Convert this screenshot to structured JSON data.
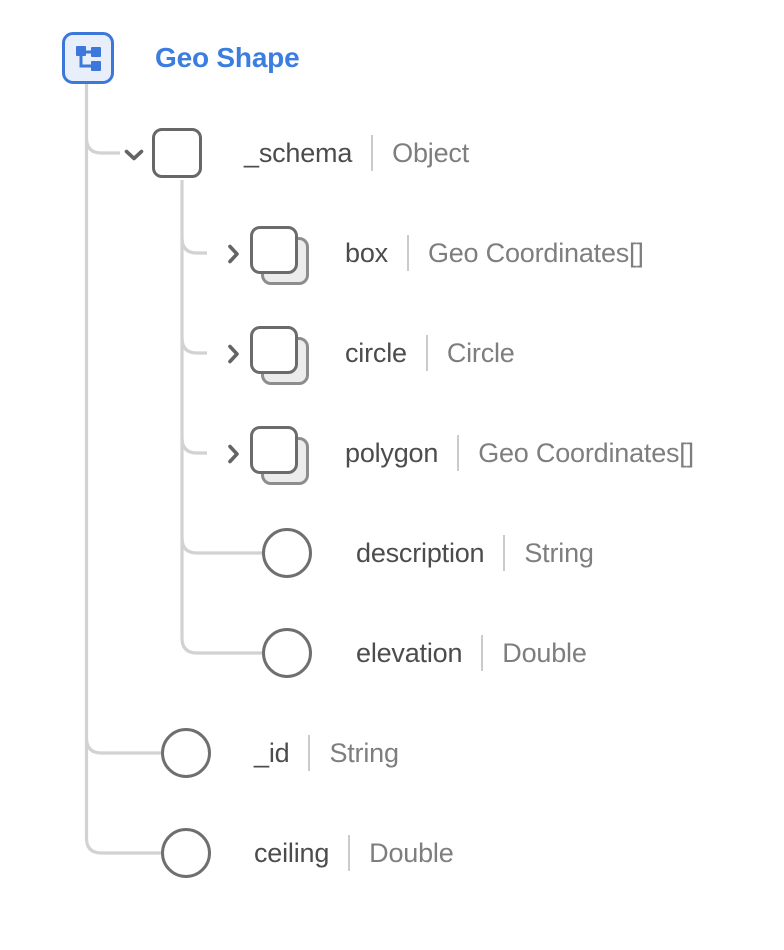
{
  "root": {
    "label": "Geo Shape",
    "icon": "schema-tree-icon"
  },
  "nodes": [
    {
      "name": "_schema",
      "type": "Object",
      "icon": "object-icon",
      "expander": "collapse"
    },
    {
      "name": "box",
      "type": "Geo Coordinates[]",
      "icon": "object-array-icon",
      "expander": "expand"
    },
    {
      "name": "circle",
      "type": "Circle",
      "icon": "object-array-icon",
      "expander": "expand"
    },
    {
      "name": "polygon",
      "type": "Geo Coordinates[]",
      "icon": "object-array-icon",
      "expander": "expand"
    },
    {
      "name": "description",
      "type": "String",
      "icon": "scalar-field-icon",
      "expander": "none"
    },
    {
      "name": "elevation",
      "type": "Double",
      "icon": "scalar-field-icon",
      "expander": "none"
    },
    {
      "name": "_id",
      "type": "String",
      "icon": "scalar-field-icon",
      "expander": "none"
    },
    {
      "name": "ceiling",
      "type": "Double",
      "icon": "scalar-field-icon",
      "expander": "none"
    }
  ],
  "colors": {
    "accent_blue": "#3b7de0",
    "root_border": "#3c78da",
    "root_background": "#e9eefb",
    "connector_gray": "#d2d2d2",
    "icon_border_gray": "#676767",
    "name_text": "#4c4c4c",
    "type_text": "#7e7e7e",
    "divider_gray": "#cbcbcb",
    "chevron_gray": "#646464"
  }
}
